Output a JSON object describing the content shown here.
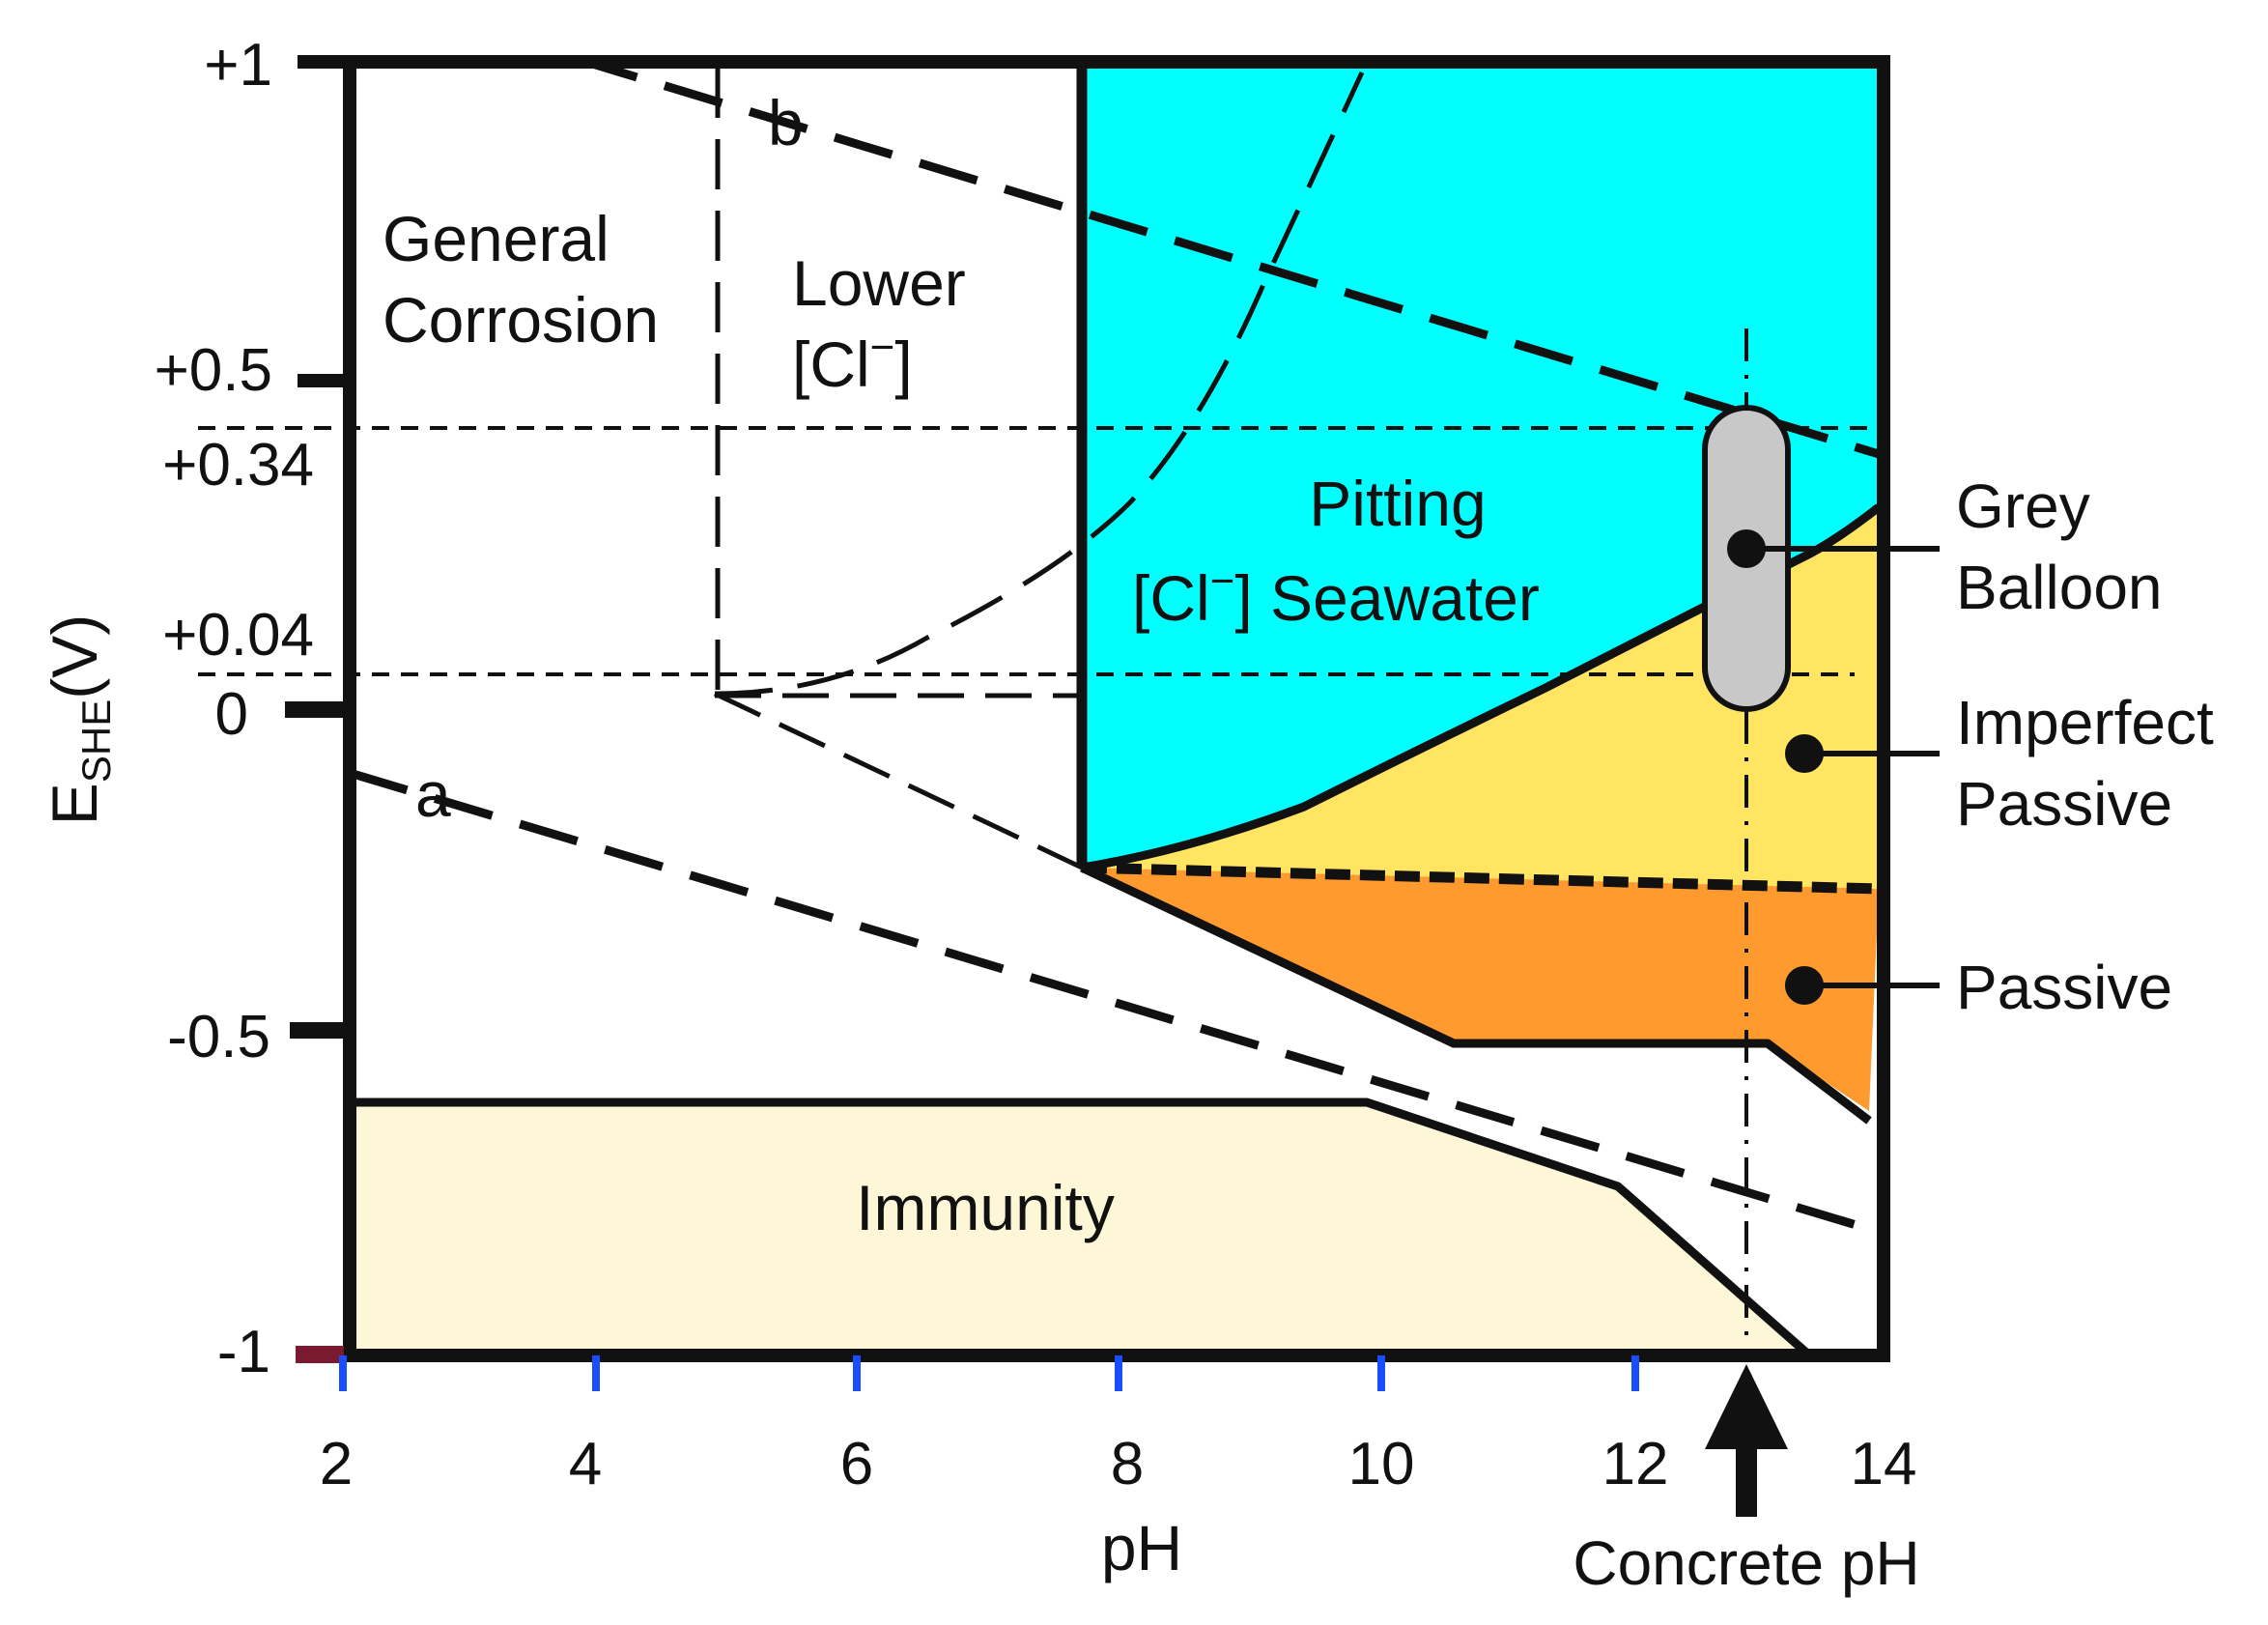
{
  "diagram": {
    "y_ticks": [
      "+1",
      "+0.5",
      "+0.34",
      "+0.04",
      "0",
      "-0.5",
      "-1"
    ],
    "x_ticks": [
      "2",
      "4",
      "6",
      "8",
      "10",
      "12",
      "14"
    ],
    "x_axis_label": "pH",
    "y_axis_label": {
      "main": "E",
      "subscript": "SHE",
      "unit": "(V)"
    },
    "regions": {
      "general_corrosion": [
        "General",
        "Corrosion"
      ],
      "lower_cl": [
        "Lower",
        "[Cl",
        "−",
        "]"
      ],
      "pitting": [
        "Pitting",
        "[Cl",
        "−",
        "] Seawater"
      ],
      "immunity": "Immunity"
    },
    "line_labels": {
      "a": "a",
      "b": "b"
    },
    "callouts": {
      "grey_balloon": [
        "Grey",
        "Balloon"
      ],
      "imperfect_passive": [
        "Imperfect",
        "Passive"
      ],
      "passive": "Passive"
    },
    "concrete_ph_label": "Concrete pH",
    "colors": {
      "pitting": "#00FFFF",
      "imperfect_passive": "#FFE562",
      "passive": "#FF9A2E",
      "immunity": "#FDF7D8",
      "balloon": "#C8C8C8",
      "x_tick_marks": "#1A4DFF"
    }
  }
}
